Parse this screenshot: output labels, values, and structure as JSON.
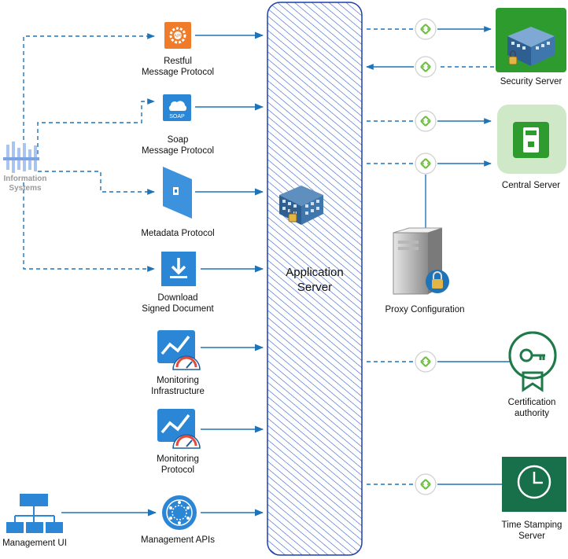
{
  "left_source": {
    "label_line1": "Information",
    "label_line2": "Systems"
  },
  "center": {
    "label_line1": "Application",
    "label_line2": "Server"
  },
  "protocols": {
    "restful": {
      "line1": "Restful",
      "line2": "Message Protocol"
    },
    "soap": {
      "line1": "Soap",
      "line2": "Message Protocol",
      "icon_text": "SOAP"
    },
    "metadata": {
      "line1": "Metadata Protocol"
    },
    "download": {
      "line1": "Download",
      "line2": "Signed Document"
    },
    "monitoring_infra": {
      "line1": "Monitoring",
      "line2": "Infrastructure"
    },
    "monitoring_protocol": {
      "line1": "Monitoring",
      "line2": "Protocol"
    },
    "management_apis": {
      "line1": "Management APIs"
    }
  },
  "management_ui": {
    "label": "Management UI"
  },
  "right": {
    "security_server": {
      "label": "Security Server"
    },
    "central_server": {
      "label": "Central Server"
    },
    "proxy": {
      "label": "Proxy Configuration"
    },
    "cert_authority": {
      "line1": "Certification",
      "line2": "authority"
    },
    "time_stamping": {
      "line1": "Time Stamping",
      "line2": "Server"
    }
  },
  "colors": {
    "link": "#1f74b8",
    "server_hatch": "#2050c8",
    "orange": "#f07c2a",
    "blue_tile": "#2b86d6",
    "green_security": "#2e9b2e",
    "green_central": "#cfe9c8",
    "green_cert": "#1f7a4a",
    "green_time": "#17704a",
    "gateway_green": "#6cbf3c"
  }
}
